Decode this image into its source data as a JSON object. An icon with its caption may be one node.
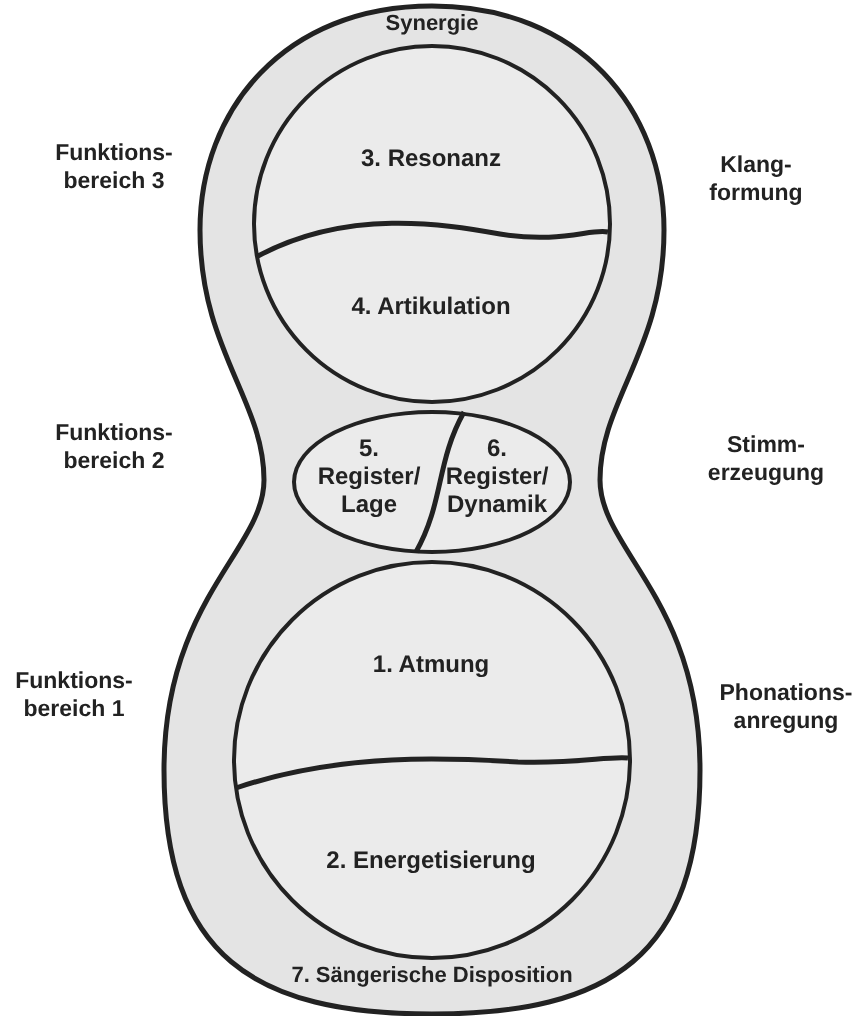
{
  "diagram": {
    "nodes": [
      {
        "text": [
          "Synergie",
          "7. Sängerische Disposition"
        ]
      },
      {
        "text": [
          "3. Resonanz",
          "4. Artikulation"
        ],
        "in": 0
      },
      {
        "text": [
          "5. Register/ Lage",
          "6. Register/ Dynamik"
        ],
        "in": 0
      },
      {
        "text": [
          "1. Atmung",
          "2. Energetisierung"
        ],
        "in": 0
      }
    ],
    "labels": [
      "Funktions- bereich 3",
      "Klang- formung",
      "Funktions- bereich 2",
      "Stimm- erzeugung",
      "Funktions- bereich 1",
      "Phonations- anregung"
    ]
  }
}
